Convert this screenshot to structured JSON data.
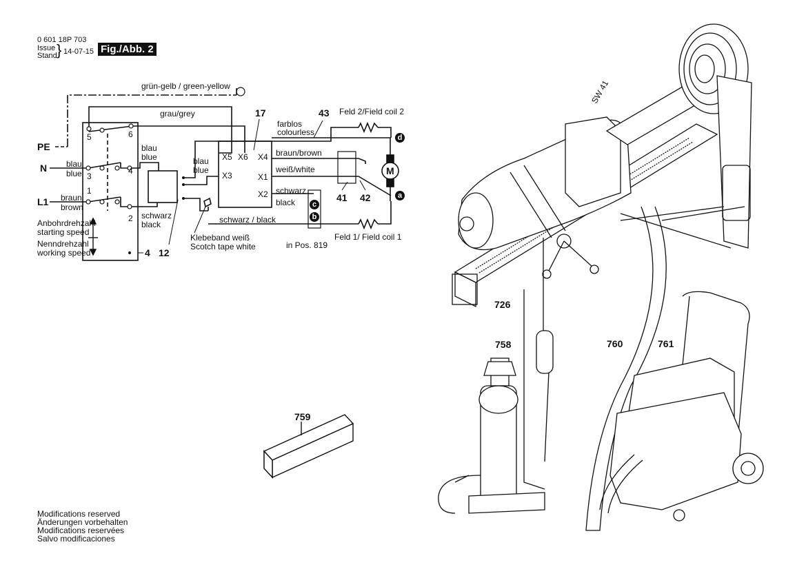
{
  "header": {
    "part_number": "0 601 18P 703",
    "issue_label": "Issue",
    "stand_label": "Stand",
    "date": "14-07-15",
    "figure_label": "Fig./Abb. 2"
  },
  "schematic": {
    "ground_label": "grün-gelb / green-yellow",
    "pe": "PE",
    "n": "N",
    "l1": "L1",
    "grey": "grau/grey",
    "blau_de": "blau",
    "blue_en": "blue",
    "braun_de": "braun",
    "brown_en": "brown",
    "schwarz_de": "schwarz",
    "black_en": "black",
    "schwarz_black": "schwarz / black",
    "braun_brown": "braun/brown",
    "weiss_white": "weiß/white",
    "farblos": "farblos",
    "colourless": "colourless",
    "field2": "Feld 2/Field coil 2",
    "field1": "Feld 1/ Field coil 1",
    "x1": "X1",
    "x2": "X2",
    "x3": "X3",
    "x4": "X4",
    "x5": "X5",
    "x6": "X6",
    "motor": "M",
    "pin_a": "a",
    "pin_b": "b",
    "pin_c": "c",
    "pin_d": "d",
    "t1": "1",
    "t2": "2",
    "t3": "3",
    "t4": "4",
    "t5": "5",
    "t6": "6",
    "starting_de": "Anbohrdrehzahl",
    "starting_en": "starting speed",
    "working_de": "Nenndrehzahl",
    "working_en": "working speed",
    "tape_de": "Klebeband weiß",
    "tape_en": "Scotch tape white",
    "in_pos": "in Pos. 819",
    "callouts": {
      "c4": "4",
      "c12": "12",
      "c17": "17",
      "c41": "41",
      "c42": "42",
      "c43": "43"
    }
  },
  "parts": {
    "sw": "SW 41",
    "p726": "726",
    "p758": "758",
    "p759": "759",
    "p760": "760",
    "p761": "761"
  },
  "footer": {
    "line1": "Modifications reserved",
    "line2": "Änderungen vorbehalten",
    "line3": "Modifications reservées",
    "line4": "Salvo modificaciones"
  }
}
